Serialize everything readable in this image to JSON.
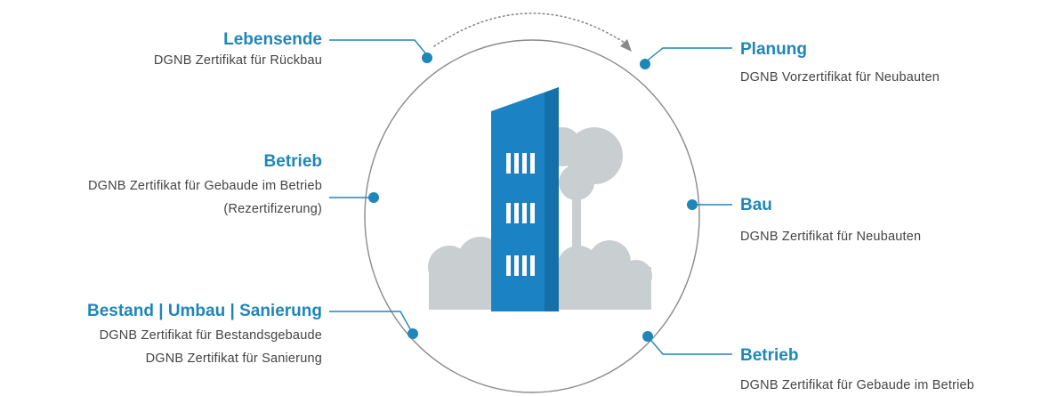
{
  "colors": {
    "accent": "#1f86b8",
    "building": "#1b82c4",
    "building_dark": "#135f91",
    "vegetation": "#c9ced0",
    "circle": "#8a8a8a",
    "text": "#444444"
  },
  "stages": [
    {
      "id": "lebensende",
      "title": "Lebensende",
      "desc": [
        "DGNB Zertifikat für Rückbau"
      ]
    },
    {
      "id": "planung",
      "title": "Planung",
      "desc": [
        "DGNB Vorzertifikat für Neubauten"
      ]
    },
    {
      "id": "betrieb-left",
      "title": "Betrieb",
      "desc": [
        "DGNB Zertifikat für Gebaude im Betrieb",
        "(Rezertifizerung)"
      ]
    },
    {
      "id": "bau",
      "title": "Bau",
      "desc": [
        "DGNB Zertifikat für Neubauten"
      ]
    },
    {
      "id": "bestand",
      "title": "Bestand | Umbau | Sanierung",
      "desc": [
        "DGNB Zertifikat für Bestandsgebaude",
        "DGNB Zertifikat für Sanierung"
      ]
    },
    {
      "id": "betrieb-right",
      "title": "Betrieb",
      "desc": [
        "DGNB Zertifikat für Gebaude im Betrieb"
      ]
    }
  ]
}
